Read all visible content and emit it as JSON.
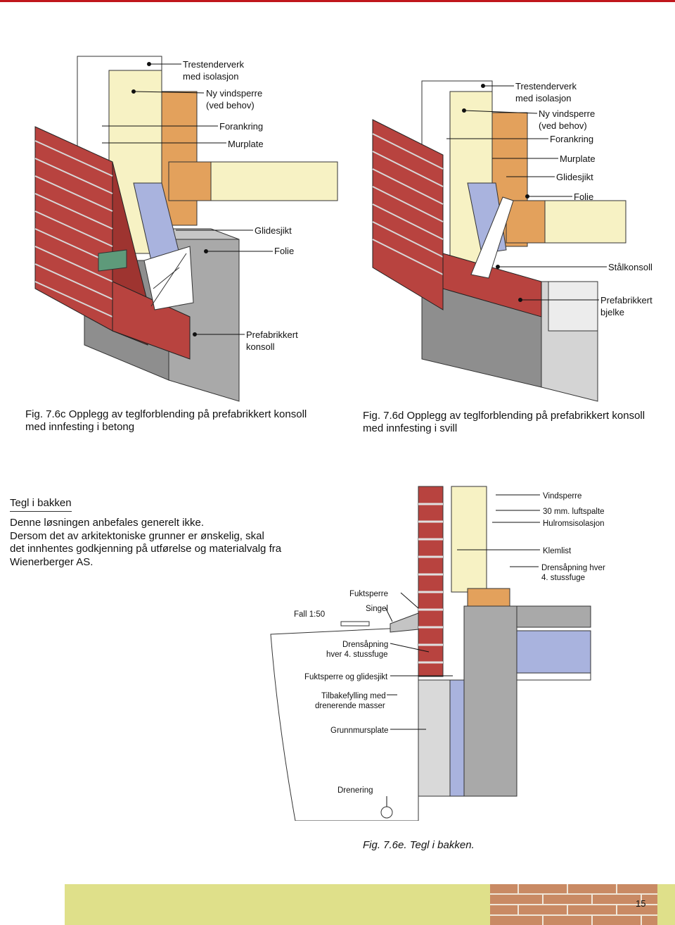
{
  "fig_c": {
    "labels": [
      "Trestenderverk",
      "med isolasjon",
      "Ny vindsperre",
      "(ved behov)",
      "Forankring",
      "Murplate",
      "Glidesjikt",
      "Folie",
      "Prefabrikkert",
      "konsoll"
    ],
    "caption_line1": "Fig. 7.6c Opplegg av teglforblending på prefabrikkert konsoll",
    "caption_line2": "med innfesting i betong"
  },
  "fig_d": {
    "labels": [
      "Trestenderverk",
      "med isolasjon",
      "Ny vindsperre",
      "(ved behov)",
      "Forankring",
      "Murplate",
      "Glidesjikt",
      "Folie",
      "Stålkonsoll",
      "Prefabrikkert",
      "bjelke"
    ],
    "caption_line1": "Fig. 7.6d Opplegg av teglforblending på prefabrikkert konsoll",
    "caption_line2": "med innfesting i svill"
  },
  "section": {
    "title": "Tegl i bakken",
    "body_line1": "Denne løsningen anbefales generelt ikke.",
    "body_line2": "Dersom det av arkitektoniske grunner er ønskelig, skal",
    "body_line3": "det innhentes godkjenning på utførelse og materialvalg fra",
    "body_line4": "Wienerberger AS."
  },
  "fig_e": {
    "labels": [
      "Vindsperre",
      "30 mm. luftspalte",
      "Hulromsisolasjon",
      "Klemlist",
      "Drensåpning hver",
      "4. stussfuge",
      "Fuktsperre",
      "Singel",
      "Fall 1:50",
      "Drensåpning",
      "hver 4. stussfuge",
      "Fuktsperre og glidesjikt",
      "Tilbakefylling med",
      "drenerende masser",
      "Grunnmursplate",
      "Drenering"
    ],
    "caption": "Fig. 7.6e. Tegl i bakken."
  },
  "footer": {
    "page_number": "15"
  },
  "colors": {
    "accent_bar": "#c0161c",
    "brick": "#b8433f",
    "footer_bg": "#dfe08a"
  }
}
